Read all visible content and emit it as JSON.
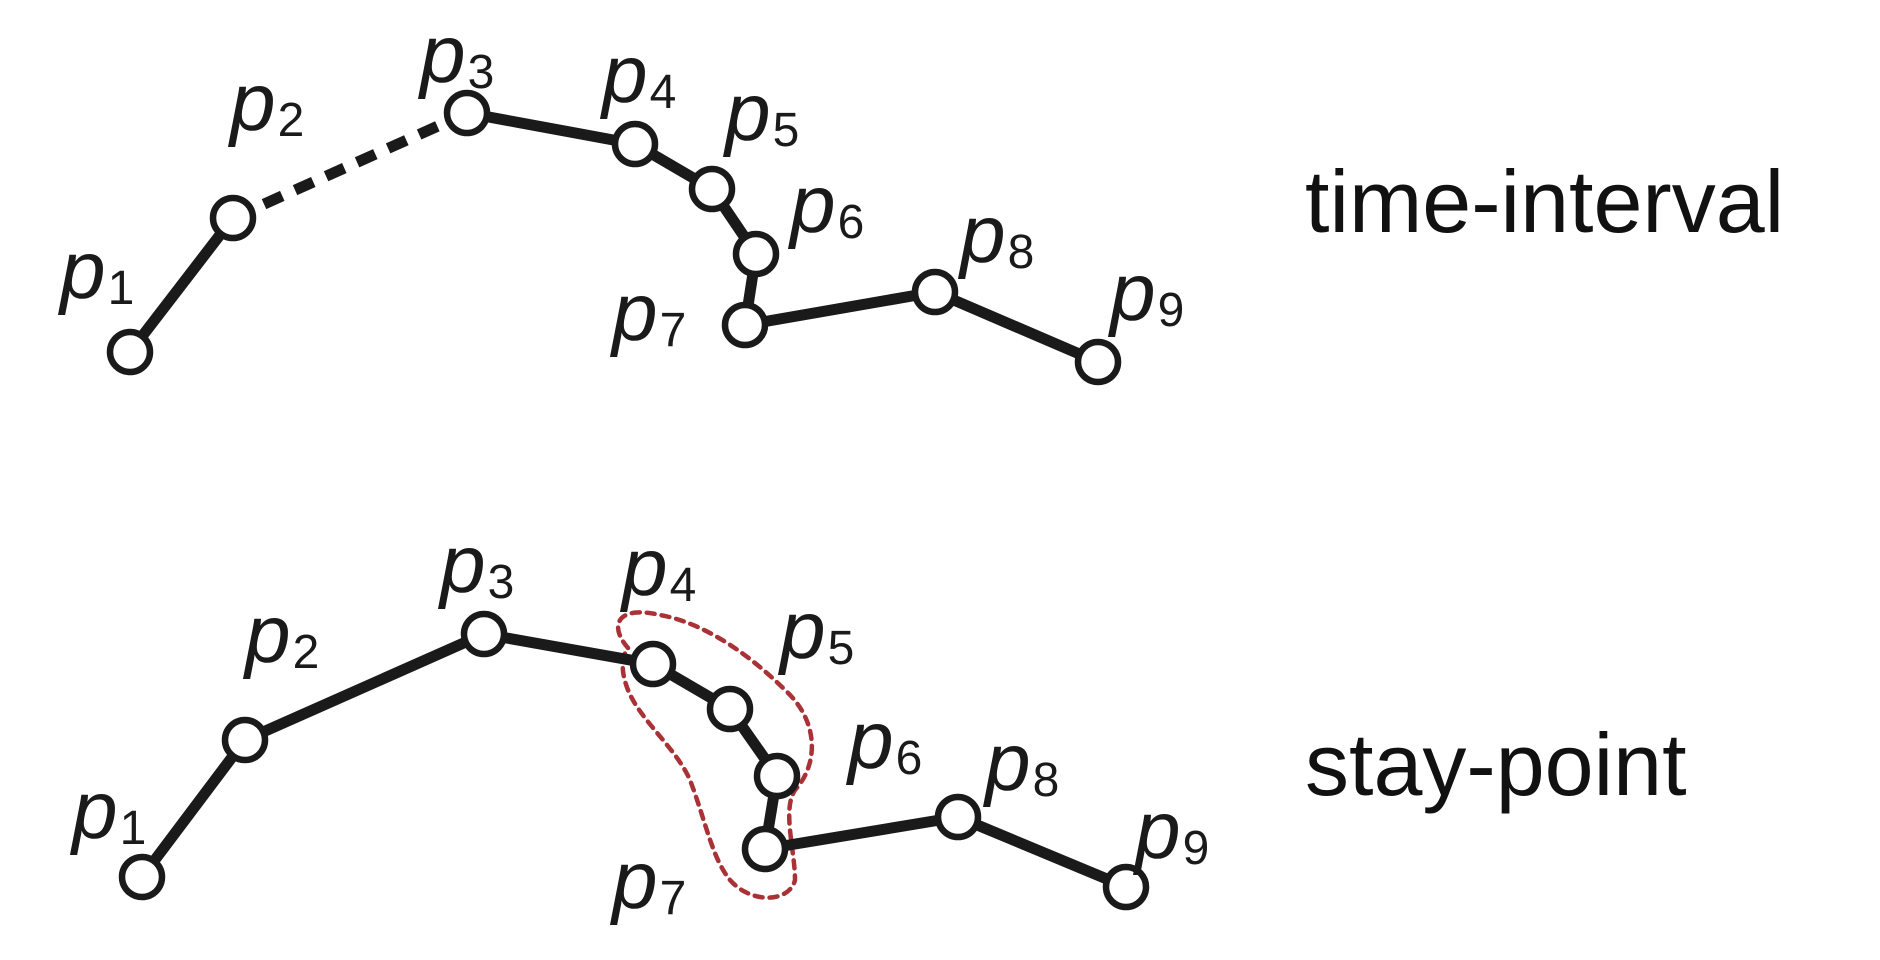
{
  "colors": {
    "stroke": "#1a1a1a",
    "node_fill": "#ffffff",
    "stay_region": "#a83236"
  },
  "panels": [
    {
      "id": "time-interval",
      "label": "time-interval",
      "points": [
        {
          "letter": "p",
          "sub": "1"
        },
        {
          "letter": "p",
          "sub": "2"
        },
        {
          "letter": "p",
          "sub": "3"
        },
        {
          "letter": "p",
          "sub": "4"
        },
        {
          "letter": "p",
          "sub": "5"
        },
        {
          "letter": "p",
          "sub": "6"
        },
        {
          "letter": "p",
          "sub": "7"
        },
        {
          "letter": "p",
          "sub": "8"
        },
        {
          "letter": "p",
          "sub": "9"
        }
      ],
      "segments": [
        {
          "from": 0,
          "to": 1,
          "style": "solid"
        },
        {
          "from": 1,
          "to": 2,
          "style": "dashed"
        },
        {
          "from": 2,
          "to": 3,
          "style": "solid"
        },
        {
          "from": 3,
          "to": 4,
          "style": "solid"
        },
        {
          "from": 4,
          "to": 5,
          "style": "solid"
        },
        {
          "from": 5,
          "to": 6,
          "style": "solid"
        },
        {
          "from": 6,
          "to": 7,
          "style": "solid"
        },
        {
          "from": 7,
          "to": 8,
          "style": "solid"
        }
      ]
    },
    {
      "id": "stay-point",
      "label": "stay-point",
      "points": [
        {
          "letter": "p",
          "sub": "1"
        },
        {
          "letter": "p",
          "sub": "2"
        },
        {
          "letter": "p",
          "sub": "3"
        },
        {
          "letter": "p",
          "sub": "4"
        },
        {
          "letter": "p",
          "sub": "5"
        },
        {
          "letter": "p",
          "sub": "6"
        },
        {
          "letter": "p",
          "sub": "7"
        },
        {
          "letter": "p",
          "sub": "8"
        },
        {
          "letter": "p",
          "sub": "9"
        }
      ],
      "segments": [
        {
          "from": 0,
          "to": 1,
          "style": "solid"
        },
        {
          "from": 1,
          "to": 2,
          "style": "solid"
        },
        {
          "from": 2,
          "to": 3,
          "style": "solid"
        },
        {
          "from": 3,
          "to": 4,
          "style": "solid"
        },
        {
          "from": 4,
          "to": 5,
          "style": "solid"
        },
        {
          "from": 5,
          "to": 6,
          "style": "solid"
        },
        {
          "from": 6,
          "to": 7,
          "style": "solid"
        },
        {
          "from": 7,
          "to": 8,
          "style": "solid"
        }
      ],
      "stay_group": [
        3,
        4,
        5,
        6
      ]
    }
  ]
}
